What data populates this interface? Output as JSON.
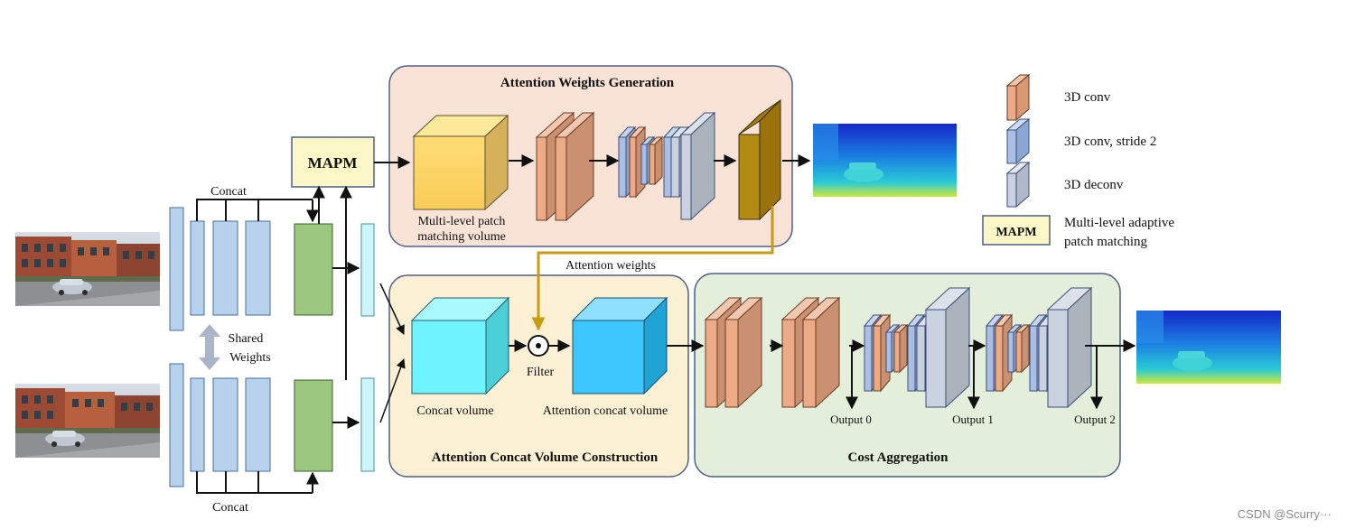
{
  "sections": {
    "awg": "Attention Weights Generation",
    "acv": "Attention Concat Volume Construction",
    "ca": "Cost Aggregation"
  },
  "blocks": {
    "mapm": "MAPM",
    "mlpm_line1": "Multi-level patch",
    "mlpm_line2": "matching volume",
    "concat_volume": "Concat volume",
    "filter": "Filter",
    "attention_concat_volume": "Attention concat volume"
  },
  "labels": {
    "concat_top": "Concat",
    "concat_bottom": "Concat",
    "shared_line1": "Shared",
    "shared_line2": "Weights",
    "attention_weights": "Attention weights",
    "output0": "Output 0",
    "output1": "Output 1",
    "output2": "Output 2"
  },
  "legend": {
    "conv": "3D conv",
    "conv_stride": "3D conv, stride 2",
    "deconv": "3D deconv",
    "mapm_badge": "MAPM",
    "mapm_line1": "Multi-level adaptive",
    "mapm_line2": "patch matching"
  },
  "colors": {
    "conv": "#ecab86",
    "conv_stride": "#a9bfe6",
    "deconv": "#c9d2de",
    "feature": "#b8d2ee",
    "green": "#9cc77e",
    "mapm_fill": "#fcf7c7",
    "awg_bg": "#f9e2d6",
    "acv_bg": "#fcf0d4",
    "ca_bg": "#e3eedb",
    "box_border": "#4e5f87",
    "attention_arrow": "#c89b12"
  },
  "watermark": "CSDN @Scurry···"
}
